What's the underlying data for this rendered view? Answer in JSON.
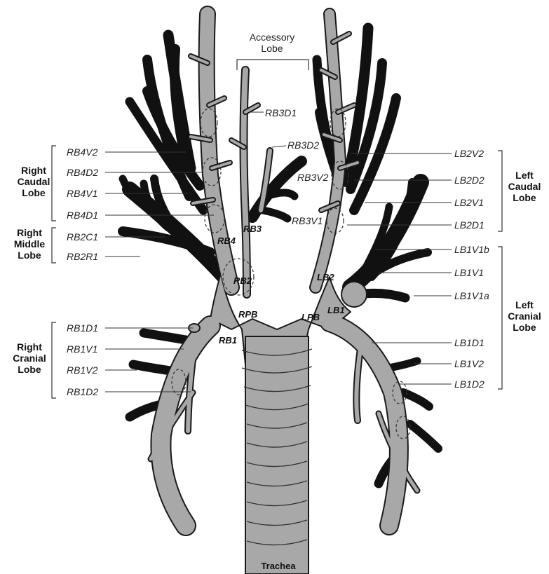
{
  "diagram": {
    "accessory_lobe": [
      "Accessory",
      "Lobe"
    ],
    "trachea": "Trachea",
    "lobes": {
      "right_caudal": [
        "Right",
        "Caudal",
        "Lobe"
      ],
      "right_middle": [
        "Right",
        "Middle",
        "Lobe"
      ],
      "right_cranial": [
        "Right",
        "Cranial",
        "Lobe"
      ],
      "left_caudal": [
        "Left",
        "Caudal",
        "Lobe"
      ],
      "left_cranial": [
        "Left",
        "Cranial",
        "Lobe"
      ]
    },
    "left_labels": {
      "rb4v2": "RB4V2",
      "rb4d2": "RB4D2",
      "rb4v1": "RB4V1",
      "rb4d1": "RB4D1",
      "rb2c1": "RB2C1",
      "rb2r1": "RB2R1",
      "rb1d1": "RB1D1",
      "rb1v1": "RB1V1",
      "rb1v2": "RB1V2",
      "rb1d2": "RB1D2"
    },
    "center_labels": {
      "rb3d1": "RB3D1",
      "rb3d2": "RB3D2",
      "rb3v2": "RB3V2",
      "rb3v1": "RB3V1"
    },
    "right_labels": {
      "lb2v2": "LB2V2",
      "lb2d2": "LB2D2",
      "lb2v1": "LB2V1",
      "lb2d1": "LB2D1",
      "lb1v1b": "LB1V1b",
      "lb1v1": "LB1V1",
      "lb1v1a": "LB1V1a",
      "lb1d1": "LB1D1",
      "lb1v2": "LB1V2",
      "lb1d2": "LB1D2"
    },
    "inner_labels": {
      "rb3": "RB3",
      "rb4": "RB4",
      "rb2": "RB2",
      "rpb": "RPB",
      "rb1": "RB1",
      "lb2": "LB2",
      "lpb": "LPB",
      "lb1": "LB1"
    }
  }
}
